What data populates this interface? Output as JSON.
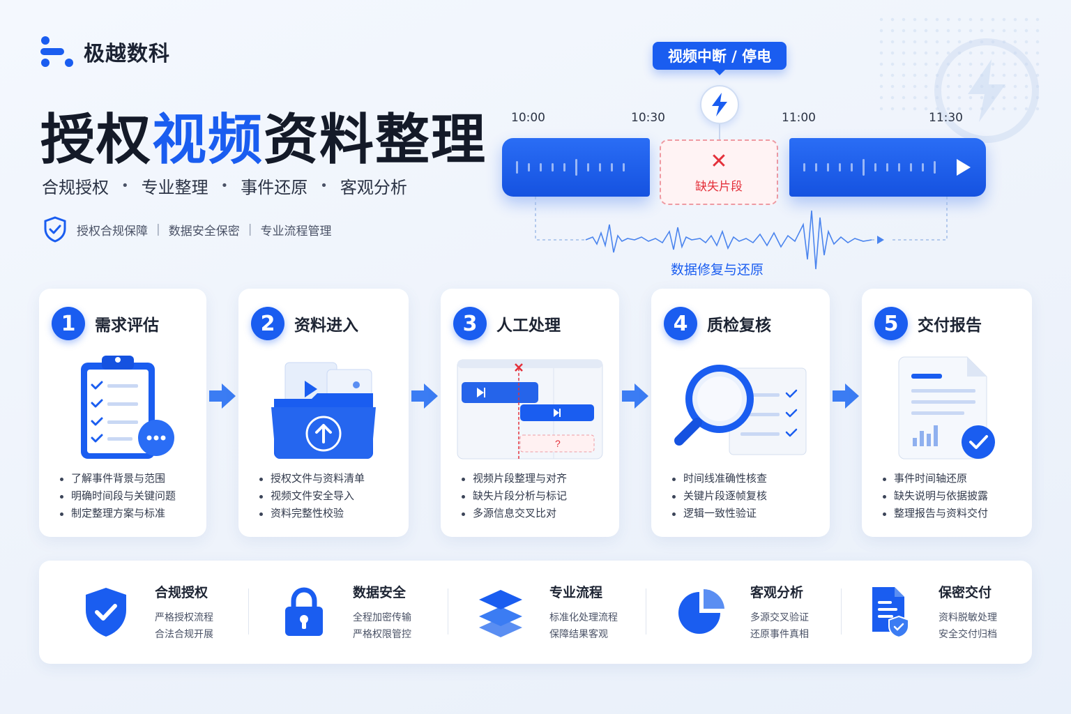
{
  "brand": {
    "name": "极越数科",
    "logo_icon": "brand-logo-icon"
  },
  "hero": {
    "title_part1": "授权",
    "title_highlight": "视频",
    "title_part2": "资料整理",
    "tagline": [
      "合规授权",
      "专业整理",
      "事件还原",
      "客观分析"
    ],
    "assurance": [
      "授权合规保障",
      "数据安全保密",
      "专业流程管理"
    ]
  },
  "timeline": {
    "incident_label": "视频中断 / 停电",
    "times": [
      "10:00",
      "10:30",
      "11:00",
      "11:30"
    ],
    "missing_label": "缺失片段",
    "missing_icon": "close-icon",
    "restore_label": "数据修复与还原"
  },
  "steps": [
    {
      "num": "1",
      "title": "需求评估",
      "icon": "clipboard-icon",
      "bullets": [
        "了解事件背景与范围",
        "明确时间段与关键问题",
        "制定整理方案与标准"
      ]
    },
    {
      "num": "2",
      "title": "资料进入",
      "icon": "folder-upload-icon",
      "bullets": [
        "授权文件与资料清单",
        "视频文件安全导入",
        "资料完整性校验"
      ]
    },
    {
      "num": "3",
      "title": "人工处理",
      "icon": "video-editor-icon",
      "bullets": [
        "视频片段整理与对齐",
        "缺失片段分析与标记",
        "多源信息交叉比对"
      ]
    },
    {
      "num": "4",
      "title": "质检复核",
      "icon": "magnifier-icon",
      "bullets": [
        "时间线准确性核查",
        "关键片段逐帧复核",
        "逻辑一致性验证"
      ]
    },
    {
      "num": "5",
      "title": "交付报告",
      "icon": "report-icon",
      "bullets": [
        "事件时间轴还原",
        "缺失说明与依据披露",
        "整理报告与资料交付"
      ]
    }
  ],
  "features": [
    {
      "title": "合规授权",
      "lines": [
        "严格授权流程",
        "合法合规开展"
      ],
      "icon": "shield-check-icon"
    },
    {
      "title": "数据安全",
      "lines": [
        "全程加密传输",
        "严格权限管控"
      ],
      "icon": "lock-icon"
    },
    {
      "title": "专业流程",
      "lines": [
        "标准化处理流程",
        "保障结果客观"
      ],
      "icon": "layers-icon"
    },
    {
      "title": "客观分析",
      "lines": [
        "多源交叉验证",
        "还原事件真相"
      ],
      "icon": "pie-chart-icon"
    },
    {
      "title": "保密交付",
      "lines": [
        "资料脱敏处理",
        "安全交付归档"
      ],
      "icon": "secure-document-icon"
    }
  ],
  "colors": {
    "accent": "#1a5df0",
    "danger": "#e4303a",
    "text": "#1d2433"
  }
}
